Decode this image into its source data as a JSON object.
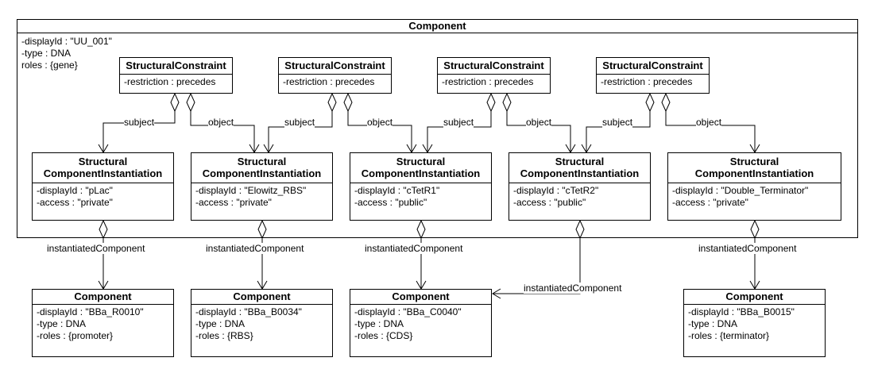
{
  "outer": {
    "title": "Component",
    "attrs": [
      "-displayId : \"UU_001\"",
      "-type : DNA",
      "roles : {gene}"
    ]
  },
  "constraints": [
    {
      "title": "StructuralConstraint",
      "attr": "-restriction : precedes"
    },
    {
      "title": "StructuralConstraint",
      "attr": "-restriction : precedes"
    },
    {
      "title": "StructuralConstraint",
      "attr": "-restriction : precedes"
    },
    {
      "title": "StructuralConstraint",
      "attr": "-restriction : precedes"
    }
  ],
  "instantiations": [
    {
      "title1": "Structural",
      "title2": "ComponentInstantiation",
      "attrs": [
        "-displayId : \"pLac\"",
        "-access : \"private\""
      ]
    },
    {
      "title1": "Structural",
      "title2": "ComponentInstantiation",
      "attrs": [
        "-displayId : \"Elowitz_RBS\"",
        "-access : \"private\""
      ]
    },
    {
      "title1": "Structural",
      "title2": "ComponentInstantiation",
      "attrs": [
        "-displayId : \"cTetR1\"",
        "-access : \"public\""
      ]
    },
    {
      "title1": "Structural",
      "title2": "ComponentInstantiation",
      "attrs": [
        "-displayId : \"cTetR2\"",
        "-access : \"public\""
      ]
    },
    {
      "title1": "Structural",
      "title2": "ComponentInstantiation",
      "attrs": [
        "-displayId : \"Double_Terminator\"",
        "-access : \"private\""
      ]
    }
  ],
  "components": [
    {
      "title": "Component",
      "attrs": [
        "-displayId : \"BBa_R0010\"",
        "-type : DNA",
        "-roles : {promoter}"
      ]
    },
    {
      "title": "Component",
      "attrs": [
        "-displayId : \"BBa_B0034\"",
        "-type : DNA",
        "-roles : {RBS}"
      ]
    },
    {
      "title": "Component",
      "attrs": [
        "-displayId : \"BBa_C0040\"",
        "-type : DNA",
        "-roles : {CDS}"
      ]
    },
    {
      "title": "Component",
      "attrs": [
        "-displayId : \"BBa_B0015\"",
        "-type : DNA",
        "-roles : {terminator}"
      ]
    }
  ],
  "edge_labels": {
    "subject": "subject",
    "object": "object",
    "instantiated": "instantiatedComponent"
  }
}
